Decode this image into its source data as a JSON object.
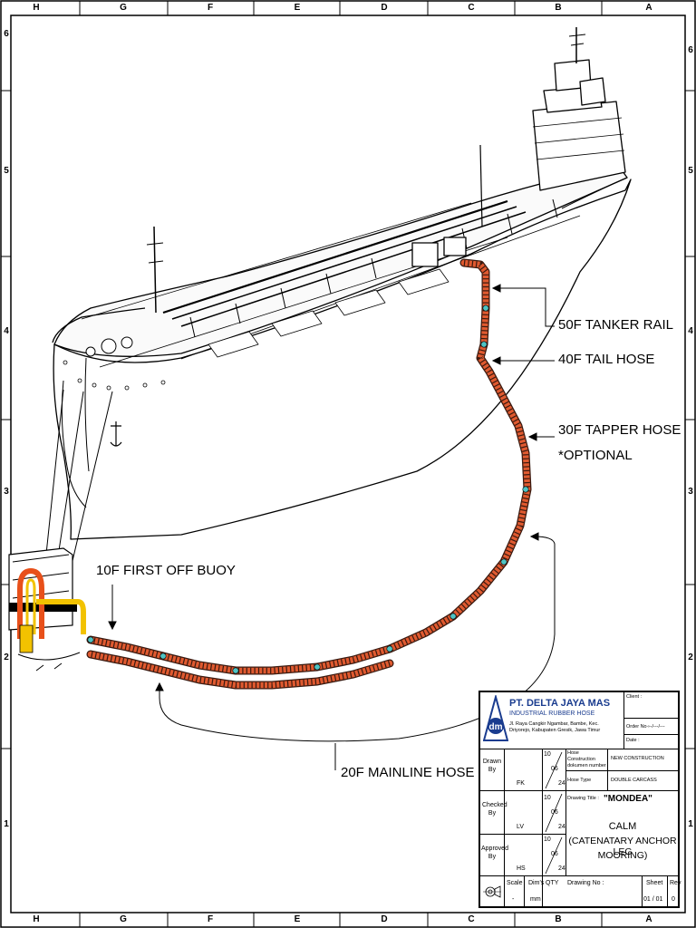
{
  "frame": {
    "columns": [
      "H",
      "G",
      "F",
      "E",
      "D",
      "C",
      "B",
      "A"
    ],
    "rows": [
      "6",
      "5",
      "4",
      "3",
      "2",
      "1"
    ]
  },
  "callouts": {
    "tanker_rail": "50F TANKER RAIL",
    "tail_hose": "40F TAIL HOSE",
    "tapper_hose": "30F TAPPER HOSE",
    "tapper_optional": "*OPTIONAL",
    "first_off_buoy": "10F FIRST OFF BUOY",
    "mainline_hose": "20F MAINLINE HOSE"
  },
  "title_block": {
    "company_name": "PT. DELTA JAYA MAS",
    "company_subtitle": "INDUSTRIAL RUBBER HOSE",
    "address": "Jl. Raya Cangkir Ngambar, Bambe, Kec. Driyorejo, Kabupaten Gresik, Jawa Timur",
    "client_label": "Client :",
    "order_label": "Order No :",
    "order_value": "---/---/---",
    "date_label": "Date :",
    "drawn_label": "Drawn By",
    "drawn_initials": "FK",
    "drawn_date": [
      "10",
      "06",
      "24"
    ],
    "checked_label": "Checked By",
    "checked_initials": "LV",
    "checked_date": [
      "10",
      "06",
      "24"
    ],
    "approved_label": "Approved By",
    "approved_initials": "HS",
    "approved_date": [
      "10",
      "06",
      "24"
    ],
    "hose_construction_label": "Hose Construction dokumen number",
    "hose_construction_value": "NEW CONSTRUCTION",
    "hose_type_label": "Hose Type",
    "hose_type_value": "DOUBLE CARCASS",
    "drawing_title_label": "Drawing Title :",
    "drawing_title_value": "\"MONDEA\"",
    "description_line1": "CALM",
    "description_line2": "(CATENATARY ANCHOR LEG",
    "description_line3": "MOORING)",
    "scale_label": "Scale",
    "scale_value": "-",
    "dims_label": "Dim's",
    "dims_value": "mm",
    "qty_label": "QTY",
    "drawing_no_label": "Drawing No :",
    "sheet_label": "Sheet",
    "sheet_value": "01 / 01",
    "rev_label": "Rev",
    "rev_value": "0"
  },
  "colors": {
    "hose_fill": "#e05a30",
    "hose_band": "#3a1a10",
    "flange": "#4fc3c3",
    "buoy_orange": "#e8501a",
    "buoy_yellow": "#f2c200",
    "company_blue": "#1a3c8f"
  }
}
